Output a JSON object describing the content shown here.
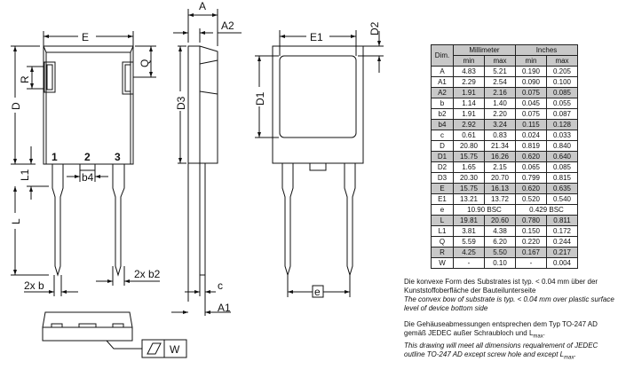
{
  "drawing": {
    "labels": {
      "E": "E",
      "D": "D",
      "R": "R",
      "Q": "Q",
      "L1": "L1",
      "L": "L",
      "b4": "b4",
      "pin1": "1",
      "pin2": "2",
      "pin3": "3",
      "b": "2x b",
      "b2": "2x b2",
      "A": "A",
      "A2": "A2",
      "D3": "D3",
      "c": "c",
      "A1": "A1",
      "E1": "E1",
      "D1": "D1",
      "D2": "D2",
      "e": "e",
      "W": "W"
    }
  },
  "table": {
    "header": {
      "dim": "Dim.",
      "mm": "Millimeter",
      "inches": "Inches",
      "min": "min",
      "max": "max"
    },
    "rows": [
      {
        "dim": "A",
        "mm_min": "4.83",
        "mm_max": "5.21",
        "in_min": "0.190",
        "in_max": "0.205",
        "shaded": false
      },
      {
        "dim": "A1",
        "mm_min": "2.29",
        "mm_max": "2.54",
        "in_min": "0.090",
        "in_max": "0.100",
        "shaded": false
      },
      {
        "dim": "A2",
        "mm_min": "1.91",
        "mm_max": "2.16",
        "in_min": "0.075",
        "in_max": "0.085",
        "shaded": true
      },
      {
        "dim": "b",
        "mm_min": "1.14",
        "mm_max": "1.40",
        "in_min": "0.045",
        "in_max": "0.055",
        "shaded": false
      },
      {
        "dim": "b2",
        "mm_min": "1.91",
        "mm_max": "2.20",
        "in_min": "0.075",
        "in_max": "0.087",
        "shaded": false
      },
      {
        "dim": "b4",
        "mm_min": "2.92",
        "mm_max": "3.24",
        "in_min": "0.115",
        "in_max": "0.128",
        "shaded": true
      },
      {
        "dim": "c",
        "mm_min": "0.61",
        "mm_max": "0.83",
        "in_min": "0.024",
        "in_max": "0.033",
        "shaded": false
      },
      {
        "dim": "D",
        "mm_min": "20.80",
        "mm_max": "21.34",
        "in_min": "0.819",
        "in_max": "0.840",
        "shaded": false
      },
      {
        "dim": "D1",
        "mm_min": "15.75",
        "mm_max": "16.26",
        "in_min": "0.620",
        "in_max": "0.640",
        "shaded": true
      },
      {
        "dim": "D2",
        "mm_min": "1.65",
        "mm_max": "2.15",
        "in_min": "0.065",
        "in_max": "0.085",
        "shaded": false
      },
      {
        "dim": "D3",
        "mm_min": "20.30",
        "mm_max": "20.70",
        "in_min": "0.799",
        "in_max": "0.815",
        "shaded": false
      },
      {
        "dim": "E",
        "mm_min": "15.75",
        "mm_max": "16.13",
        "in_min": "0.620",
        "in_max": "0.635",
        "shaded": true
      },
      {
        "dim": "E1",
        "mm_min": "13.21",
        "mm_max": "13.72",
        "in_min": "0.520",
        "in_max": "0.540",
        "shaded": false
      },
      {
        "dim": "e",
        "mm_bsc": "10.90 BSC",
        "in_bsc": "0.429 BSC",
        "shaded": false
      },
      {
        "dim": "L",
        "mm_min": "19.81",
        "mm_max": "20.60",
        "in_min": "0.780",
        "in_max": "0.811",
        "shaded": true
      },
      {
        "dim": "L1",
        "mm_min": "3.81",
        "mm_max": "4.38",
        "in_min": "0.150",
        "in_max": "0.172",
        "shaded": false
      },
      {
        "dim": "Q",
        "mm_min": "5.59",
        "mm_max": "6.20",
        "in_min": "0.220",
        "in_max": "0.244",
        "shaded": false
      },
      {
        "dim": "R",
        "mm_min": "4.25",
        "mm_max": "5.50",
        "in_min": "0.167",
        "in_max": "0.217",
        "shaded": true
      },
      {
        "dim": "W",
        "mm_min": "-",
        "mm_max": "0.10",
        "in_min": "-",
        "in_max": "0.004",
        "shaded": false
      }
    ]
  },
  "notes": {
    "note1_de": "Die konvexe Form des Substrates ist typ. < 0.04 mm über der Kunststoffoberfläche der Bauteilunterseite",
    "note1_en": "The convex bow of substrate is typ. < 0.04 mm over plastic surface level of device bottom side",
    "note2_de": "Die Gehäuseabmessungen entsprechen dem Typ TO-247 AD gemäß JEDEC außer Schraubloch und L",
    "note2_en": "This drawing will meet all dimensions requalrement of JEDEC outline TO-247 AD except screw hole and except L",
    "max_sub": "max"
  }
}
